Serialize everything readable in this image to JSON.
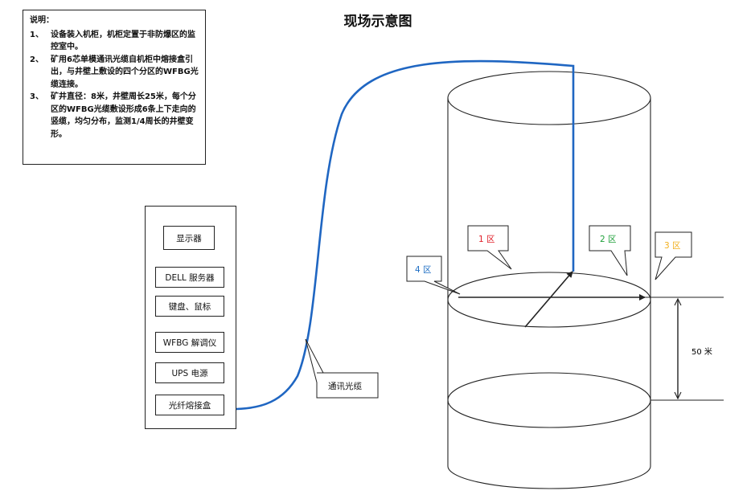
{
  "title": "现场示意图",
  "notes": {
    "heading": "说明：",
    "items": [
      {
        "num": "1、",
        "text": "设备装入机柜，机柜定置于非防爆区的监控室中。"
      },
      {
        "num": "2、",
        "text": "矿用6芯单模通讯光缆自机柜中熔接盒引出，与井壁上敷设的四个分区的WFBG光缆连接。"
      },
      {
        "num": "3、",
        "text": "矿井直径：8米，井壁周长25米，每个分区的WFBG光缆敷设形成6条上下走向的竖缆，均匀分布，监测1/4周长的井壁变形。"
      }
    ]
  },
  "cabinet": {
    "units": [
      "显示器",
      "DELL 服务器",
      "键盘、鼠标",
      "WFBG 解调仪",
      "UPS 电源",
      "光纤熔接盒"
    ]
  },
  "cable_label": "通讯光缆",
  "zones": [
    {
      "label": "1 区",
      "color": "#e0202a"
    },
    {
      "label": "2 区",
      "color": "#1fa03a"
    },
    {
      "label": "3 区",
      "color": "#f2b01e"
    },
    {
      "label": "4 区",
      "color": "#1f6fc4"
    }
  ],
  "dimension_label": "50 米",
  "colors": {
    "cable": "#1f66c2",
    "line": "#222222"
  }
}
